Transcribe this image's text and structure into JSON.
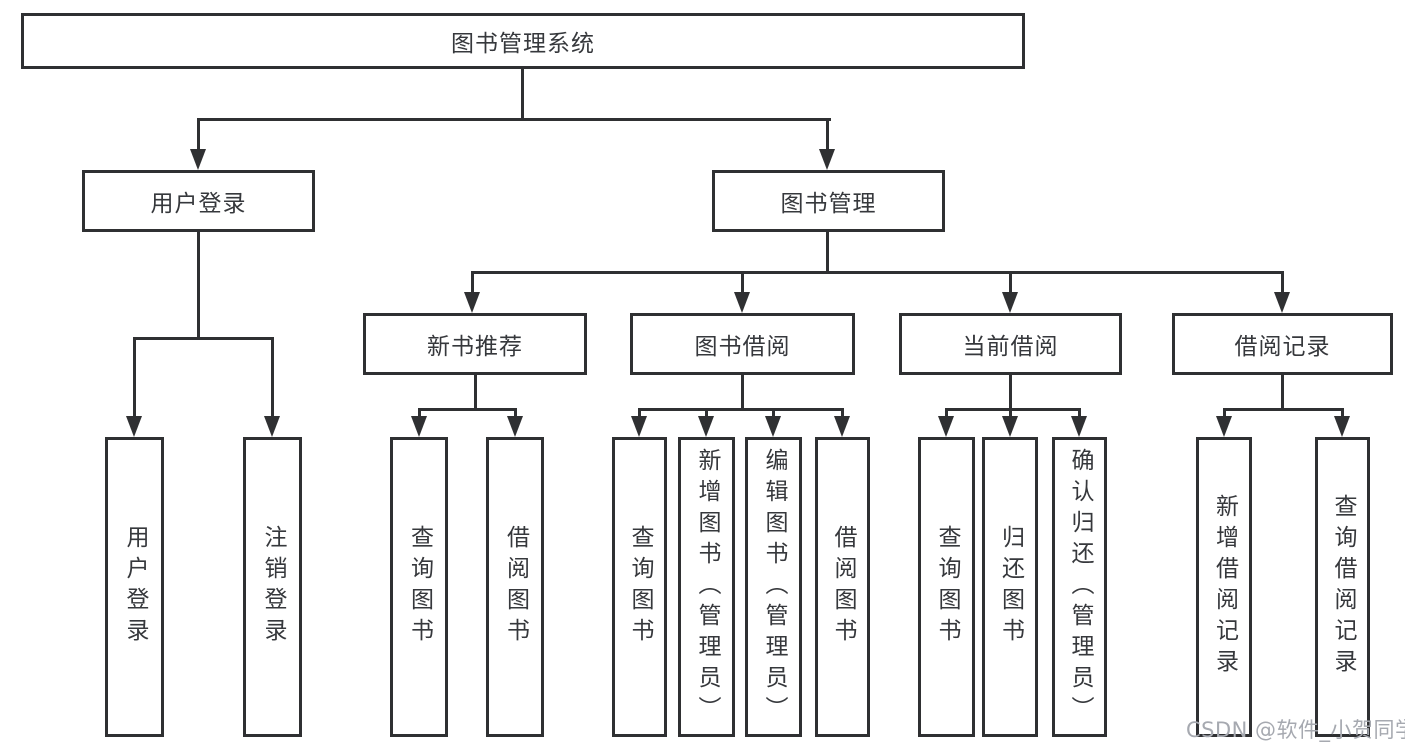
{
  "tree": {
    "label": "图书管理系统",
    "children": [
      {
        "label": "用户登录",
        "children": [
          {
            "label": "用户登录"
          },
          {
            "label": "注销登录"
          }
        ]
      },
      {
        "label": "图书管理",
        "children": [
          {
            "label": "新书推荐",
            "children": [
              {
                "label": "查询图书"
              },
              {
                "label": "借阅图书"
              }
            ]
          },
          {
            "label": "图书借阅",
            "children": [
              {
                "label": "查询图书"
              },
              {
                "label": "新增图书（管理员）"
              },
              {
                "label": "编辑图书（管理员）"
              },
              {
                "label": "借阅图书"
              }
            ]
          },
          {
            "label": "当前借阅",
            "children": [
              {
                "label": "查询图书"
              },
              {
                "label": "归还图书"
              },
              {
                "label": "确认归还（管理员）"
              }
            ]
          },
          {
            "label": "借阅记录",
            "children": [
              {
                "label": "新增借阅记录"
              },
              {
                "label": "查询借阅记录"
              }
            ]
          }
        ]
      }
    ]
  },
  "watermark": {
    "text": "CSDN @软件_小贺同学"
  },
  "colors": {
    "line": "#2f3032",
    "text": "#36383c",
    "watermark_gray": "#a6a9b0"
  }
}
